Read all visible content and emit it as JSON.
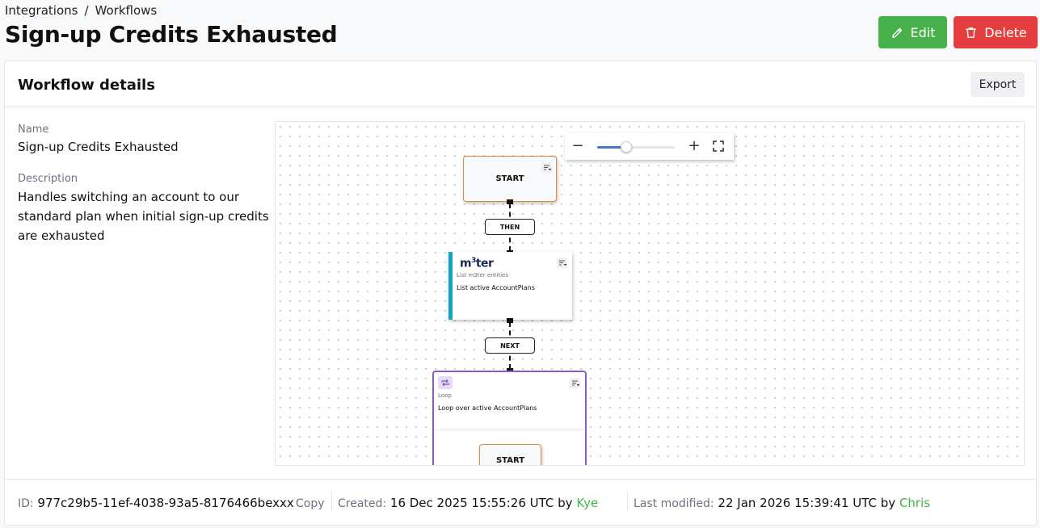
{
  "breadcrumb": {
    "parent": "Integrations",
    "separator": "/",
    "current": "Workflows"
  },
  "page_title": "Sign-up Credits Exhausted",
  "actions": {
    "edit_label": "Edit",
    "delete_label": "Delete"
  },
  "card": {
    "title": "Workflow details",
    "export_label": "Export",
    "name_label": "Name",
    "name_value": "Sign-up Credits Exhausted",
    "description_label": "Description",
    "description_value": "Handles switching an account to our standard plan when initial sign-up credits are exhausted"
  },
  "canvas": {
    "zoom": {
      "minus": "−",
      "plus": "+",
      "level": 0.38
    },
    "start_node": {
      "label": "START"
    },
    "edge_then": {
      "label": "THEN"
    },
    "m3ter_node": {
      "logo_main": "m",
      "logo_sup": "3",
      "logo_rest": "ter",
      "subtitle": "List m3ter entities",
      "description": "List active AccountPlans"
    },
    "edge_next": {
      "label": "NEXT"
    },
    "loop_node": {
      "subtitle": "Loop",
      "description": "Loop over active AccountPlans",
      "inner_start_label": "START"
    }
  },
  "footer": {
    "id_label": "ID:",
    "id_value": "977c29b5-11ef-4038-93a5-8176466bexxx",
    "copy_label": "Copy",
    "created_label": "Created:",
    "created_value": "16 Dec 2025 15:55:26 UTC",
    "created_by": "by",
    "created_user": "Kye",
    "modified_label": "Last modified:",
    "modified_value": "22 Jan 2026 15:39:41 UTC",
    "modified_by": "by",
    "modified_user": "Chris"
  },
  "colors": {
    "success": "#47b04b",
    "danger": "#e53e3e",
    "m3ter_accent": "#14a3c6",
    "loop_accent": "#8a5cc8",
    "start_border": "#e08a3a"
  }
}
